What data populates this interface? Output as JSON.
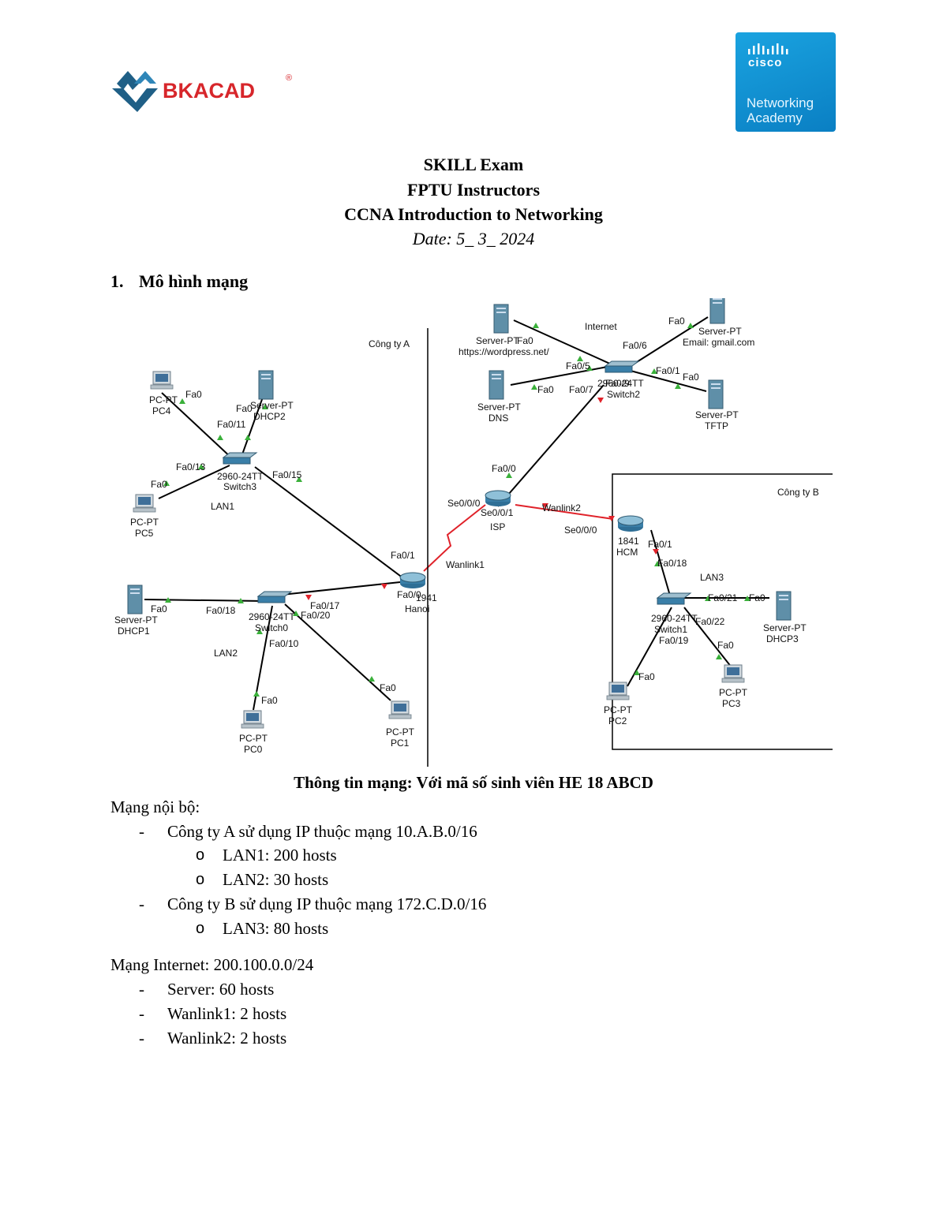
{
  "logos": {
    "bkacad": {
      "text": "BKACAD",
      "reg": "®"
    },
    "cisco": {
      "word": "cisco",
      "line1": "Networking",
      "line2": "Academy"
    }
  },
  "header": {
    "title": "SKILL Exam",
    "subtitle": "FPTU Instructors",
    "course": "CCNA Introduction to Networking",
    "date": "Date:  5_ 3_  2024"
  },
  "section1": {
    "number": "1.",
    "title": "Mô hình mạng"
  },
  "diagram": {
    "zones": {
      "company_a": "Công ty A",
      "company_b": "Công ty B",
      "internet": "Internet",
      "lan1": "LAN1",
      "lan2": "LAN2",
      "lan3": "LAN3",
      "wanlink1": "Wanlink1",
      "wanlink2": "Wanlink2"
    },
    "devices": {
      "pc4": [
        "PC-PT",
        "PC4"
      ],
      "dhcp2": [
        "Server-PT",
        "DHCP2"
      ],
      "switch3": [
        "2960-24TT",
        "Switch3"
      ],
      "pc5": [
        "PC-PT",
        "PC5"
      ],
      "dhcp1": [
        "Server-PT",
        "DHCP1"
      ],
      "switch0": [
        "2960-24TT",
        "Switch0"
      ],
      "pc0": [
        "PC-PT",
        "PC0"
      ],
      "pc1": [
        "PC-PT",
        "PC1"
      ],
      "hanoi": [
        "1941",
        "Hanoi"
      ],
      "isp": [
        "Se0/0/1",
        "ISP"
      ],
      "switch2": [
        "2960-24TT",
        "Switch2"
      ],
      "wordpress": [
        "Server-PT",
        "https://wordpress.net/"
      ],
      "dns": [
        "Server-PT",
        "DNS"
      ],
      "email": [
        "Server-PT",
        "Email: gmail.com"
      ],
      "tftp": [
        "Server-PT",
        "TFTP"
      ],
      "hcm": [
        "1841",
        "HCM"
      ],
      "switch1": [
        "2960-24TT",
        "Switch1"
      ],
      "dhcp3": [
        "Server-PT",
        "DHCP3"
      ],
      "pc2": [
        "PC-PT",
        "PC2"
      ],
      "pc3": [
        "PC-PT",
        "PC3"
      ]
    },
    "ports": {
      "pc4_fa0": "Fa0",
      "dhcp2_fa0": "Fa0",
      "sw3_fa011": "Fa0/11",
      "sw3_fa013": "Fa0/13",
      "pc5_fa0": "Fa0",
      "sw3_fa015": "Fa0/15",
      "hanoi_fa01": "Fa0/1",
      "hanoi_fa00": "Fa0/0",
      "sw0_fa017": "Fa0/17",
      "sw0_fa020": "Fa0/20",
      "sw0_fa018": "Fa0/18",
      "dhcp1_fa0": "Fa0",
      "sw0_fa010": "Fa0/10",
      "pc0_fa0": "Fa0",
      "pc1_fa0": "Fa0",
      "isp_se000": "Se0/0/0",
      "isp_fa00": "Fa0/0",
      "sw2_fa05": "Fa0/5",
      "sw2_fa06": "Fa0/6",
      "sw2_fa07": "Fa0/7",
      "sw2_fa09": "Fa0/9",
      "sw2_fa01": "Fa0/1",
      "wp_fa0": "Fa0",
      "dns_fa0": "Fa0",
      "email_fa0": "Fa0",
      "tftp_fa0": "Fa0",
      "hcm_se000": "Se0/0/0",
      "hcm_fa01": "Fa0/1",
      "sw1_fa018": "Fa0/18",
      "sw1_fa021": "Fa0/21",
      "dhcp3_fa0": "Fa0",
      "sw1_fa022": "Fa0/22",
      "sw1_fa019": "Fa0/19",
      "pc3_fa0": "Fa0",
      "pc2_fa0": "Fa0"
    }
  },
  "caption": "Thông tin mạng: Với mã số sinh viên HE 18 ABCD",
  "internal": {
    "heading": "Mạng nội bộ:",
    "dash": "-",
    "bullet": "o",
    "company_a": "Công ty A sử dụng IP thuộc mạng 10.A.B.0/16",
    "lan1": "LAN1: 200 hosts",
    "lan2": "LAN2: 30 hosts",
    "company_b": "Công ty B sử dụng IP thuộc mạng 172.C.D.0/16",
    "lan3": "LAN3: 80 hosts"
  },
  "internet": {
    "heading": "Mạng Internet: 200.100.0.0/24",
    "server": "Server: 60 hosts",
    "wanlink1": "Wanlink1: 2 hosts",
    "wanlink2": "Wanlink2: 2 hosts"
  }
}
